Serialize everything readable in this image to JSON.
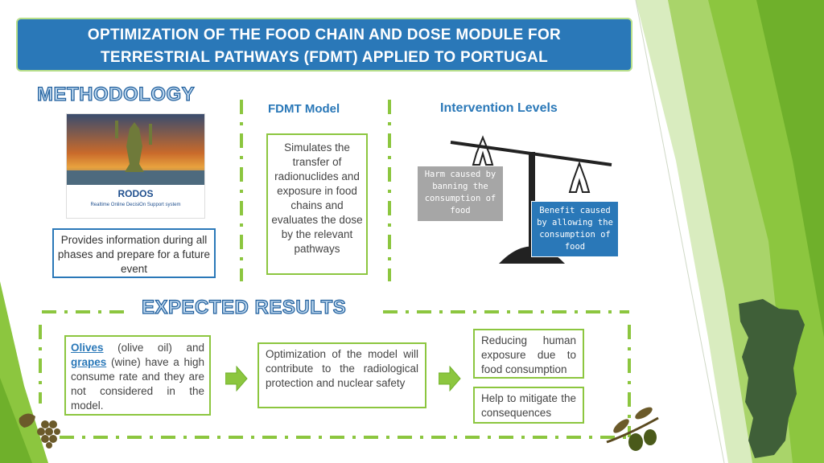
{
  "title": {
    "line1": "OPTIMIZATION OF THE FOOD CHAIN AND DOSE MODULE FOR",
    "line2": "TERRESTRIAL PATHWAYS (FDMT) APPLIED TO PORTUGAL"
  },
  "methodology": {
    "heading": "METHODOLOGY",
    "rodos": {
      "name": "RODOS",
      "subtitle": "Realtime Online DecisiOn Support system"
    },
    "info_text": "Provides information during all phases and prepare for a future event",
    "fdmt": {
      "title": "FDMT Model",
      "description": "Simulates the transfer of radionuclides and exposure in food chains and evaluates the dose by the relevant pathways"
    },
    "intervention": {
      "title": "Intervention Levels",
      "harm": "Harm caused by banning the consumption of food",
      "benefit": "Benefit caused by allowing the consumption of food"
    }
  },
  "results": {
    "heading": "EXPECTED RESULTS",
    "olives_word": "Olives",
    "olives_rest": " (olive oil) and ",
    "grapes_word": "grapes",
    "grapes_rest": " (wine) have a high consume rate and they are not considered in the model.",
    "optimization": "Optimization of the model will contribute to the radiological protection and nuclear safety",
    "reduce": "Reducing human exposure due to food consumption",
    "help": "Help to mitigate the consequences"
  },
  "colors": {
    "brand_blue": "#2a78b8",
    "accent_green": "#8cc63f",
    "gray": "#a6a6a6"
  }
}
